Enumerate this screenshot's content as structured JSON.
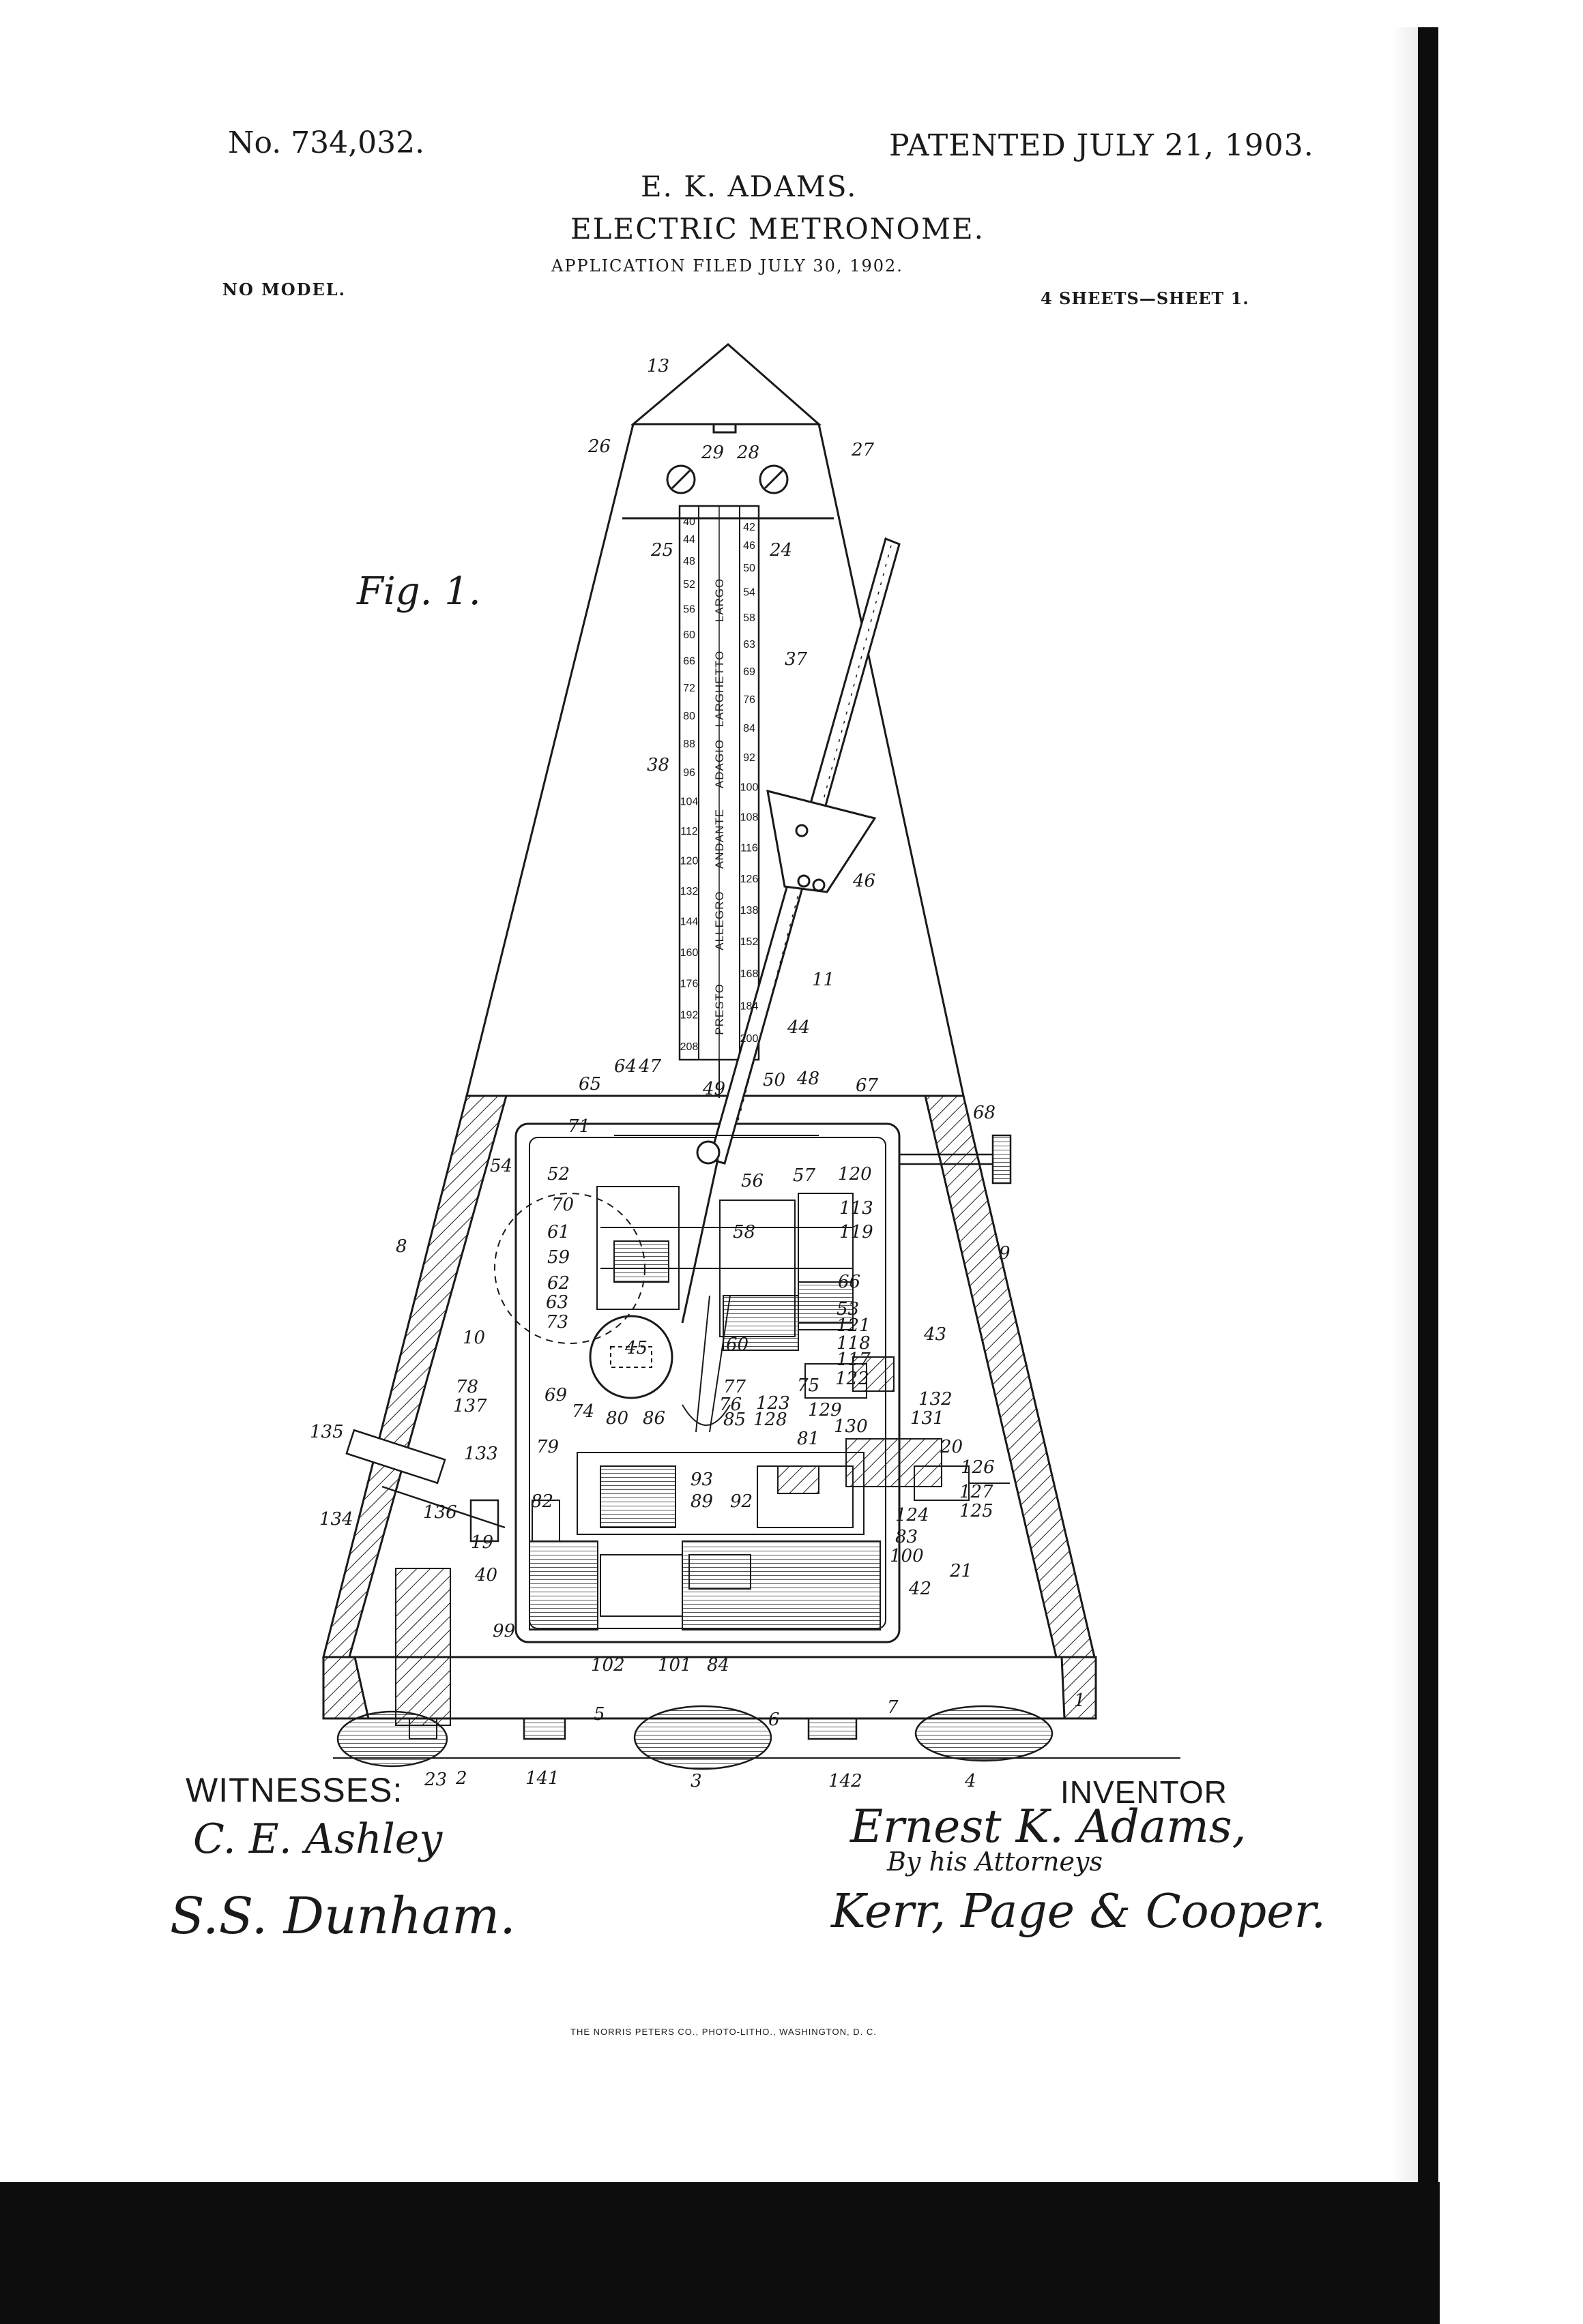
{
  "header": {
    "patent_number": "No. 734,032.",
    "patent_date": "PATENTED JULY 21, 1903.",
    "inventor": "E. K. ADAMS.",
    "title": "ELECTRIC METRONOME.",
    "application_filed": "APPLICATION FILED JULY 30, 1902.",
    "model": "NO MODEL.",
    "sheets": "4 SHEETS—SHEET 1."
  },
  "figure": {
    "label": "Fig. 1.",
    "scale_left": [
      "40",
      "44",
      "48",
      "52",
      "56",
      "60",
      "66",
      "72",
      "80",
      "88",
      "96",
      "104",
      "112",
      "120",
      "132",
      "144",
      "160",
      "176",
      "192",
      "208"
    ],
    "scale_right": [
      "42",
      "46",
      "50",
      "54",
      "58",
      "63",
      "69",
      "76",
      "84",
      "92",
      "100",
      "108",
      "116",
      "126",
      "138",
      "152",
      "168",
      "184",
      "200"
    ],
    "tempo_terms": [
      "LARGO",
      "LARGHETTO",
      "ADAGIO",
      "ANDANTE",
      "ALLEGRO",
      "PRESTO"
    ],
    "reference_numerals": [
      "13",
      "26",
      "29",
      "28",
      "27",
      "25",
      "24",
      "37",
      "38",
      "46",
      "11",
      "44",
      "64",
      "47",
      "65",
      "49",
      "50",
      "48",
      "67",
      "68",
      "71",
      "54",
      "52",
      "56",
      "57",
      "120",
      "113",
      "119",
      "70",
      "61",
      "58",
      "59",
      "66",
      "62",
      "63",
      "73",
      "45",
      "60",
      "53",
      "121",
      "118",
      "117",
      "43",
      "122",
      "75",
      "77",
      "76",
      "123",
      "132",
      "131",
      "8",
      "9",
      "10",
      "78",
      "137",
      "69",
      "74",
      "80",
      "86",
      "85",
      "128",
      "129",
      "130",
      "81",
      "20",
      "126",
      "135",
      "133",
      "79",
      "82",
      "93",
      "89",
      "92",
      "127",
      "125",
      "124",
      "83",
      "134",
      "136",
      "19",
      "100",
      "40",
      "21",
      "42",
      "99",
      "102",
      "101",
      "84",
      "5",
      "6",
      "7",
      "1",
      "23",
      "2",
      "141",
      "3",
      "142",
      "4"
    ]
  },
  "signatures": {
    "witnesses_label": "WITNESSES:",
    "witness_1": "C. E. Ashley",
    "witness_2": "S.S. Dunham.",
    "inventor_label": "INVENTOR",
    "inventor_signature": "Ernest K. Adams,",
    "by_attorneys": "By his Attorneys",
    "attorneys_signature": "Kerr, Page & Cooper."
  },
  "footer": {
    "printer": "THE NORRIS PETERS CO., PHOTO-LITHO., WASHINGTON, D. C."
  }
}
